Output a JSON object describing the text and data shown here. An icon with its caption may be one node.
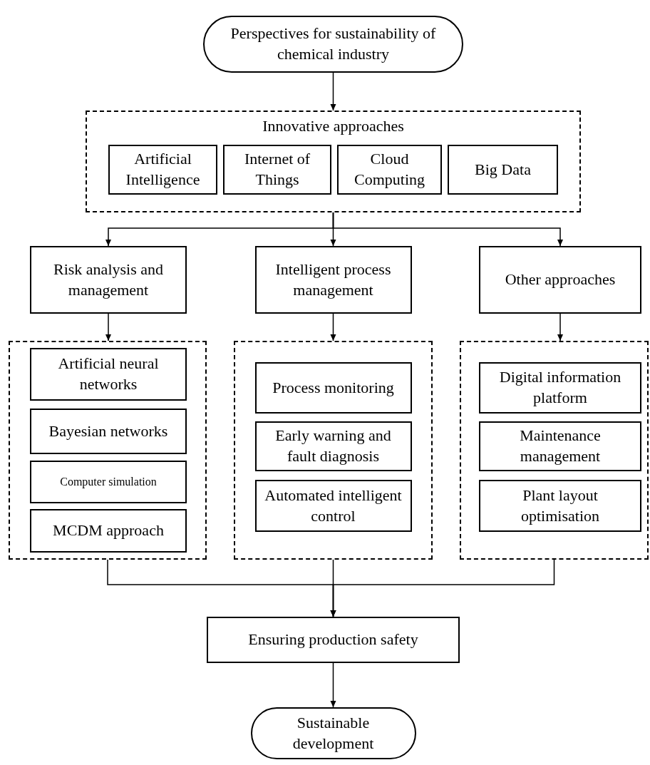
{
  "diagram": {
    "nodes": [
      {
        "text": [
          "Perspectives for sustainability of chemical industry"
        ]
      },
      {
        "text": [
          "Innovative approaches"
        ]
      },
      {
        "text": [
          "Artificial Intelligence"
        ],
        "in": 1
      },
      {
        "text": [
          "Internet of Things"
        ],
        "in": 1
      },
      {
        "text": [
          "Cloud Computing"
        ],
        "in": 1
      },
      {
        "text": [
          "Big Data"
        ],
        "in": 1
      },
      {
        "text": [
          "Risk analysis and management"
        ]
      },
      {
        "text": [
          "Intelligent process management"
        ]
      },
      {
        "text": [
          "Other approaches"
        ]
      },
      {
        "text": [],
        "shape": "box"
      },
      {
        "text": [
          "Artificial neural networks"
        ],
        "in": 9
      },
      {
        "text": [
          "Bayesian networks"
        ],
        "in": 9
      },
      {
        "text": [
          "Computer simulation"
        ],
        "in": 9
      },
      {
        "text": [
          "MCDM approach"
        ],
        "in": 9
      },
      {
        "text": [],
        "shape": "box"
      },
      {
        "text": [
          "Process monitoring"
        ],
        "in": 14
      },
      {
        "text": [
          "Early warning and fault diagnosis"
        ],
        "in": 14
      },
      {
        "text": [
          "Automated intelligent control"
        ],
        "in": 14
      },
      {
        "text": [],
        "shape": "box"
      },
      {
        "text": [
          "Digital information platform"
        ],
        "in": 18
      },
      {
        "text": [
          "Maintenance management"
        ],
        "in": 18
      },
      {
        "text": [
          "Plant layout optimisation"
        ],
        "in": 18
      },
      {
        "text": [
          "Ensuring production safety"
        ]
      },
      {
        "text": [
          "Sustainable development"
        ]
      }
    ],
    "edges": [
      {
        "from": 0,
        "to": 1,
        "arrow": "to"
      },
      {
        "from": 1,
        "to": 6,
        "arrow": "to"
      },
      {
        "from": 1,
        "to": 7,
        "arrow": "to"
      },
      {
        "from": 1,
        "to": 8,
        "arrow": "to"
      },
      {
        "from": 6,
        "to": 9,
        "arrow": "to"
      },
      {
        "from": 7,
        "to": 14,
        "arrow": "to"
      },
      {
        "from": 8,
        "to": 18,
        "arrow": "to"
      },
      {
        "from": 9,
        "to": 22,
        "arrow": "to"
      },
      {
        "from": 14,
        "to": 22,
        "arrow": "to"
      },
      {
        "from": 18,
        "to": 22,
        "arrow": "to"
      },
      {
        "from": 22,
        "to": 23,
        "arrow": "to"
      }
    ]
  }
}
